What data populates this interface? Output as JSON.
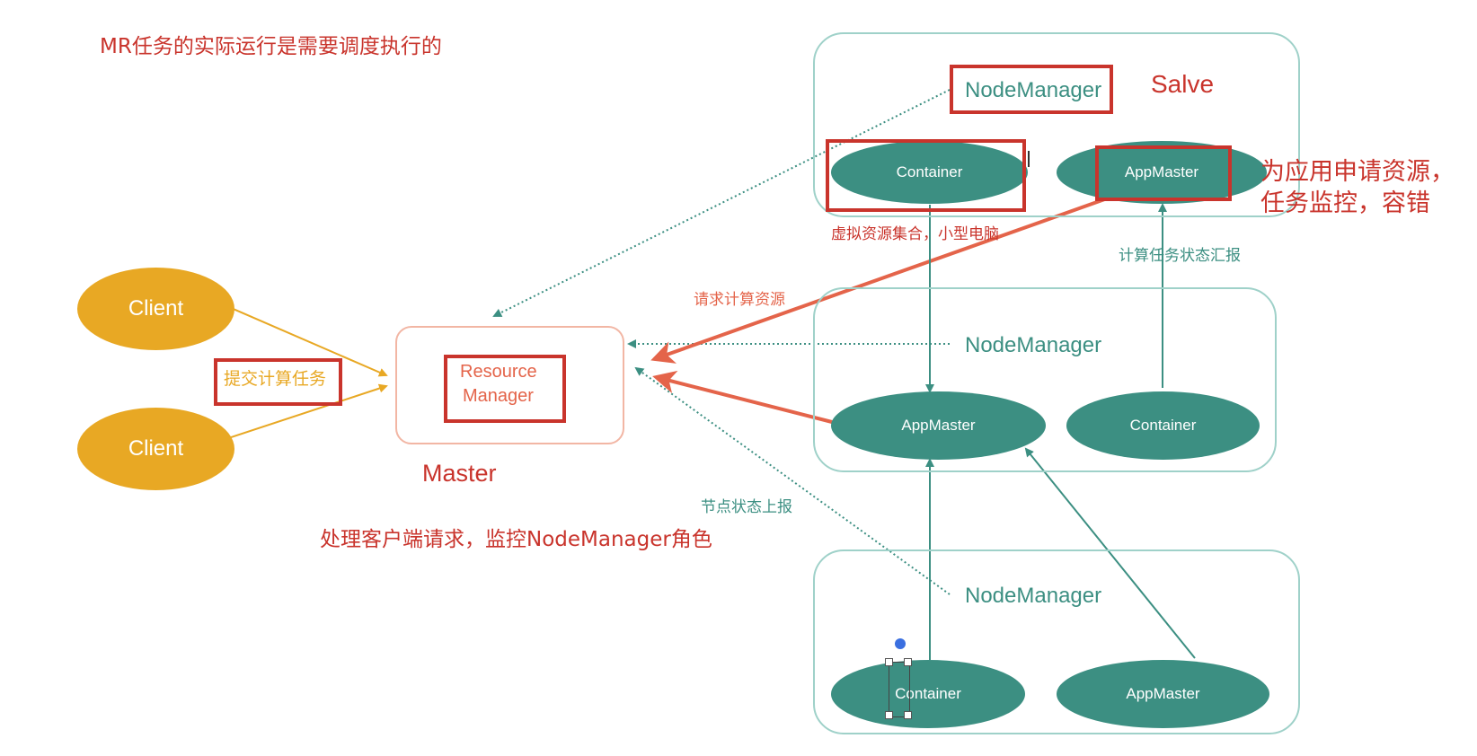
{
  "title_note": "MR任务的实际运行是需要调度执行的",
  "client_1": "Client",
  "client_2": "Client",
  "submit_label": "提交计算任务",
  "resource_manager": {
    "line1": "Resource",
    "line2": "Manager"
  },
  "master_label": "Master",
  "master_note": "处理客户端请求，监控NodeManager角色",
  "slave_label": "Salve",
  "node_1": {
    "nodemanager": "NodeManager",
    "container": "Container",
    "appmaster": "AppMaster",
    "container_note": "虚拟资源集合，小型电脑",
    "appmaster_note_line1": "为应用申请资源，",
    "appmaster_note_line2": "任务监控，容错"
  },
  "node_2": {
    "nodemanager": "NodeManager",
    "appmaster": "AppMaster",
    "container": "Container"
  },
  "node_3": {
    "nodemanager": "NodeManager",
    "container": "Container",
    "appmaster": "AppMaster"
  },
  "edge_labels": {
    "request_resources": "请求计算资源",
    "report_task_status": "计算任务状态汇报",
    "report_node_status": "节点状态上报"
  },
  "colors": {
    "teal": "#3c8f82",
    "gold": "#e8a824",
    "highlight_red": "#c9342c",
    "arrow_red": "#e4644a",
    "light_teal": "#9fd1c9",
    "peach": "#f2b6a4"
  }
}
